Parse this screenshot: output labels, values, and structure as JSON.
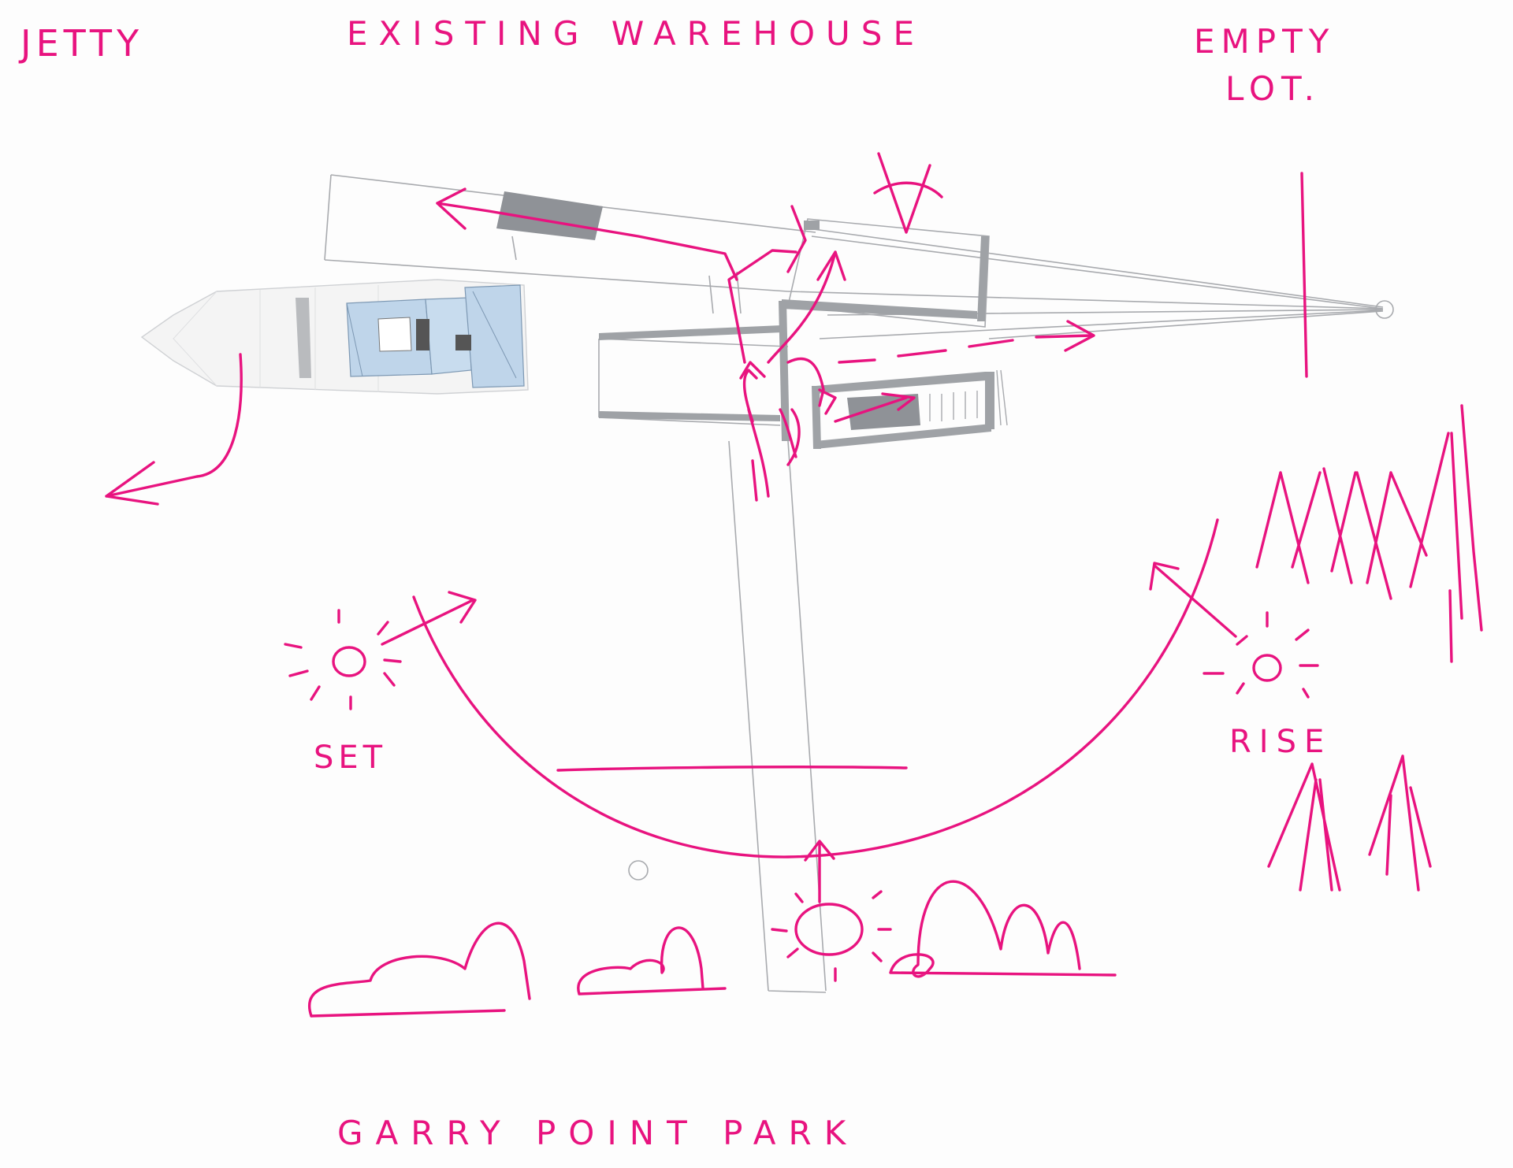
{
  "labels": {
    "jetty": "JETTY",
    "warehouse": "EXISTING WAREHOUSE",
    "empty_lot_1": "EMPTY",
    "empty_lot_2": "LOT.",
    "set": "SET",
    "rise": "RISE",
    "park": "GARRY POINT PARK"
  },
  "colors": {
    "ink": "#e8137f",
    "pencil": "#9a9ca0",
    "wall": "#9fa2a6",
    "boat_cabin": "#bfd5ea"
  },
  "icons": [
    "sun-icon",
    "boat-icon",
    "tree-icon",
    "shrub-icon",
    "view-eye-icon"
  ]
}
